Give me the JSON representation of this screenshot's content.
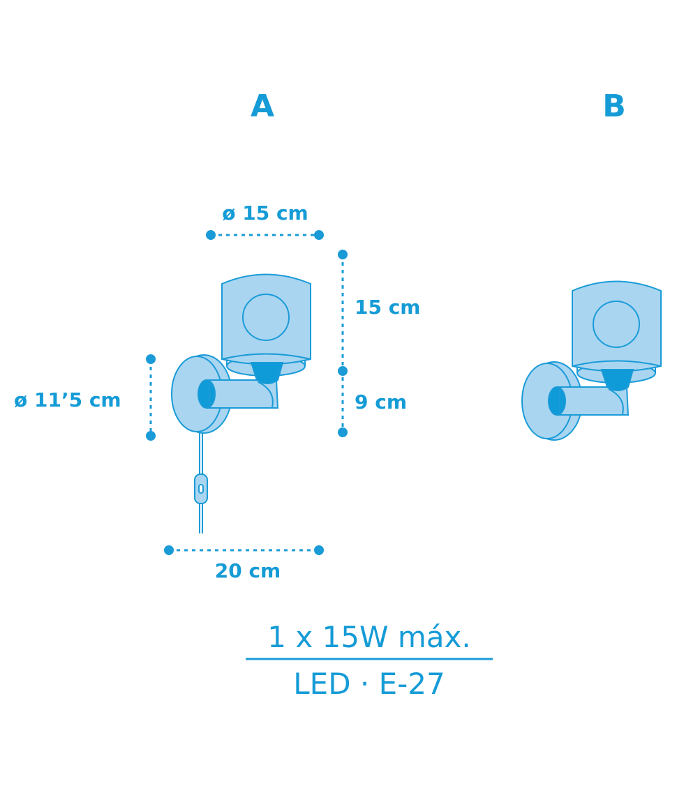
{
  "variants": {
    "a": "A",
    "b": "B"
  },
  "dimensions": {
    "shade_diameter": "ø 15 cm",
    "shade_height": "15 cm",
    "arm_height": "9 cm",
    "plate_diameter": "ø 11’5 cm",
    "depth": "20 cm"
  },
  "spec": {
    "power": "1 x 15W máx.",
    "bulb": "LED · E-27"
  },
  "colors": {
    "line": "#1a9bd7",
    "fill": "#a9d5f1",
    "dark": "#0f9ad8"
  }
}
